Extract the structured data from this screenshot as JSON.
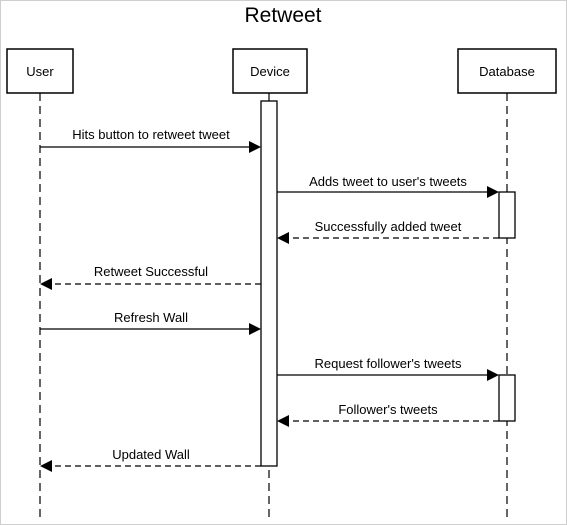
{
  "title": "Retweet",
  "actors": [
    {
      "id": "user",
      "label": "User"
    },
    {
      "id": "device",
      "label": "Device"
    },
    {
      "id": "database",
      "label": "Database"
    }
  ],
  "messages": [
    {
      "from": "user",
      "to": "device",
      "label": "Hits button to retweet tweet",
      "style": "solid"
    },
    {
      "from": "device",
      "to": "database",
      "label": "Adds tweet to user's tweets",
      "style": "solid"
    },
    {
      "from": "database",
      "to": "device",
      "label": "Successfully added tweet",
      "style": "dashed"
    },
    {
      "from": "device",
      "to": "user",
      "label": "Retweet Successful",
      "style": "dashed"
    },
    {
      "from": "user",
      "to": "device",
      "label": "Refresh Wall",
      "style": "solid"
    },
    {
      "from": "device",
      "to": "database",
      "label": "Request follower's tweets",
      "style": "solid"
    },
    {
      "from": "database",
      "to": "device",
      "label": "Follower's tweets",
      "style": "dashed"
    },
    {
      "from": "device",
      "to": "user",
      "label": "Updated Wall",
      "style": "dashed"
    }
  ]
}
